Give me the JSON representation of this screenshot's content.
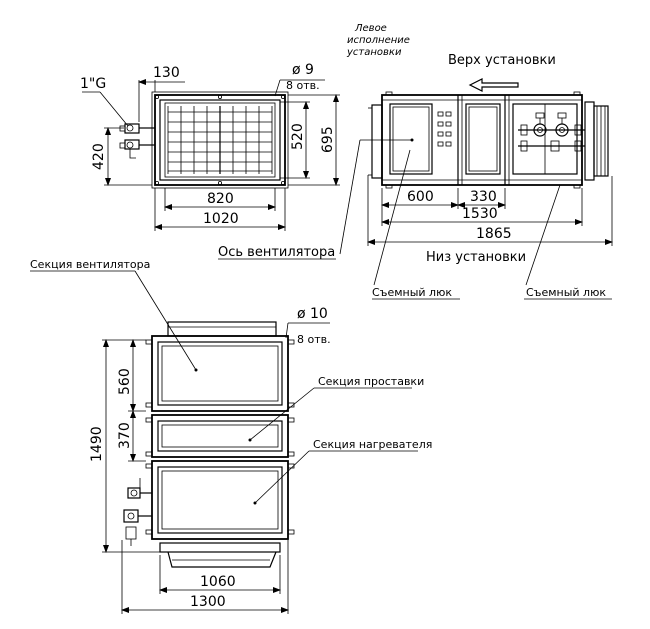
{
  "notes": {
    "left_version_l1": "Левое",
    "left_version_l2": "исполнение",
    "left_version_l3": "установки",
    "top_of_unit": "Верх установки",
    "bottom_of_unit": "Низ установки",
    "fan_axis": "Ось вентилятора",
    "removable_hatch_1": "Съемный люк",
    "removable_hatch_2": "Съемный люк",
    "fan_section": "Секция вентилятора",
    "spacer_section": "Секция проставки",
    "heater_section": "Секция нагревателя"
  },
  "dimensions": {
    "pipe_thread": "1\"G",
    "d130": "130",
    "hole_dia_9": "ø 9",
    "holes_8_a": "8 отв.",
    "d420": "420",
    "d520": "520",
    "d695": "695",
    "d820": "820",
    "d1020": "1020",
    "d600": "600",
    "d330": "330",
    "d1530": "1530",
    "d1865": "1865",
    "hole_dia_10": "ø 10",
    "holes_8_b": "8 отв.",
    "d560": "560",
    "d370": "370",
    "d1490": "1490",
    "d1060": "1060",
    "d1300": "1300"
  }
}
